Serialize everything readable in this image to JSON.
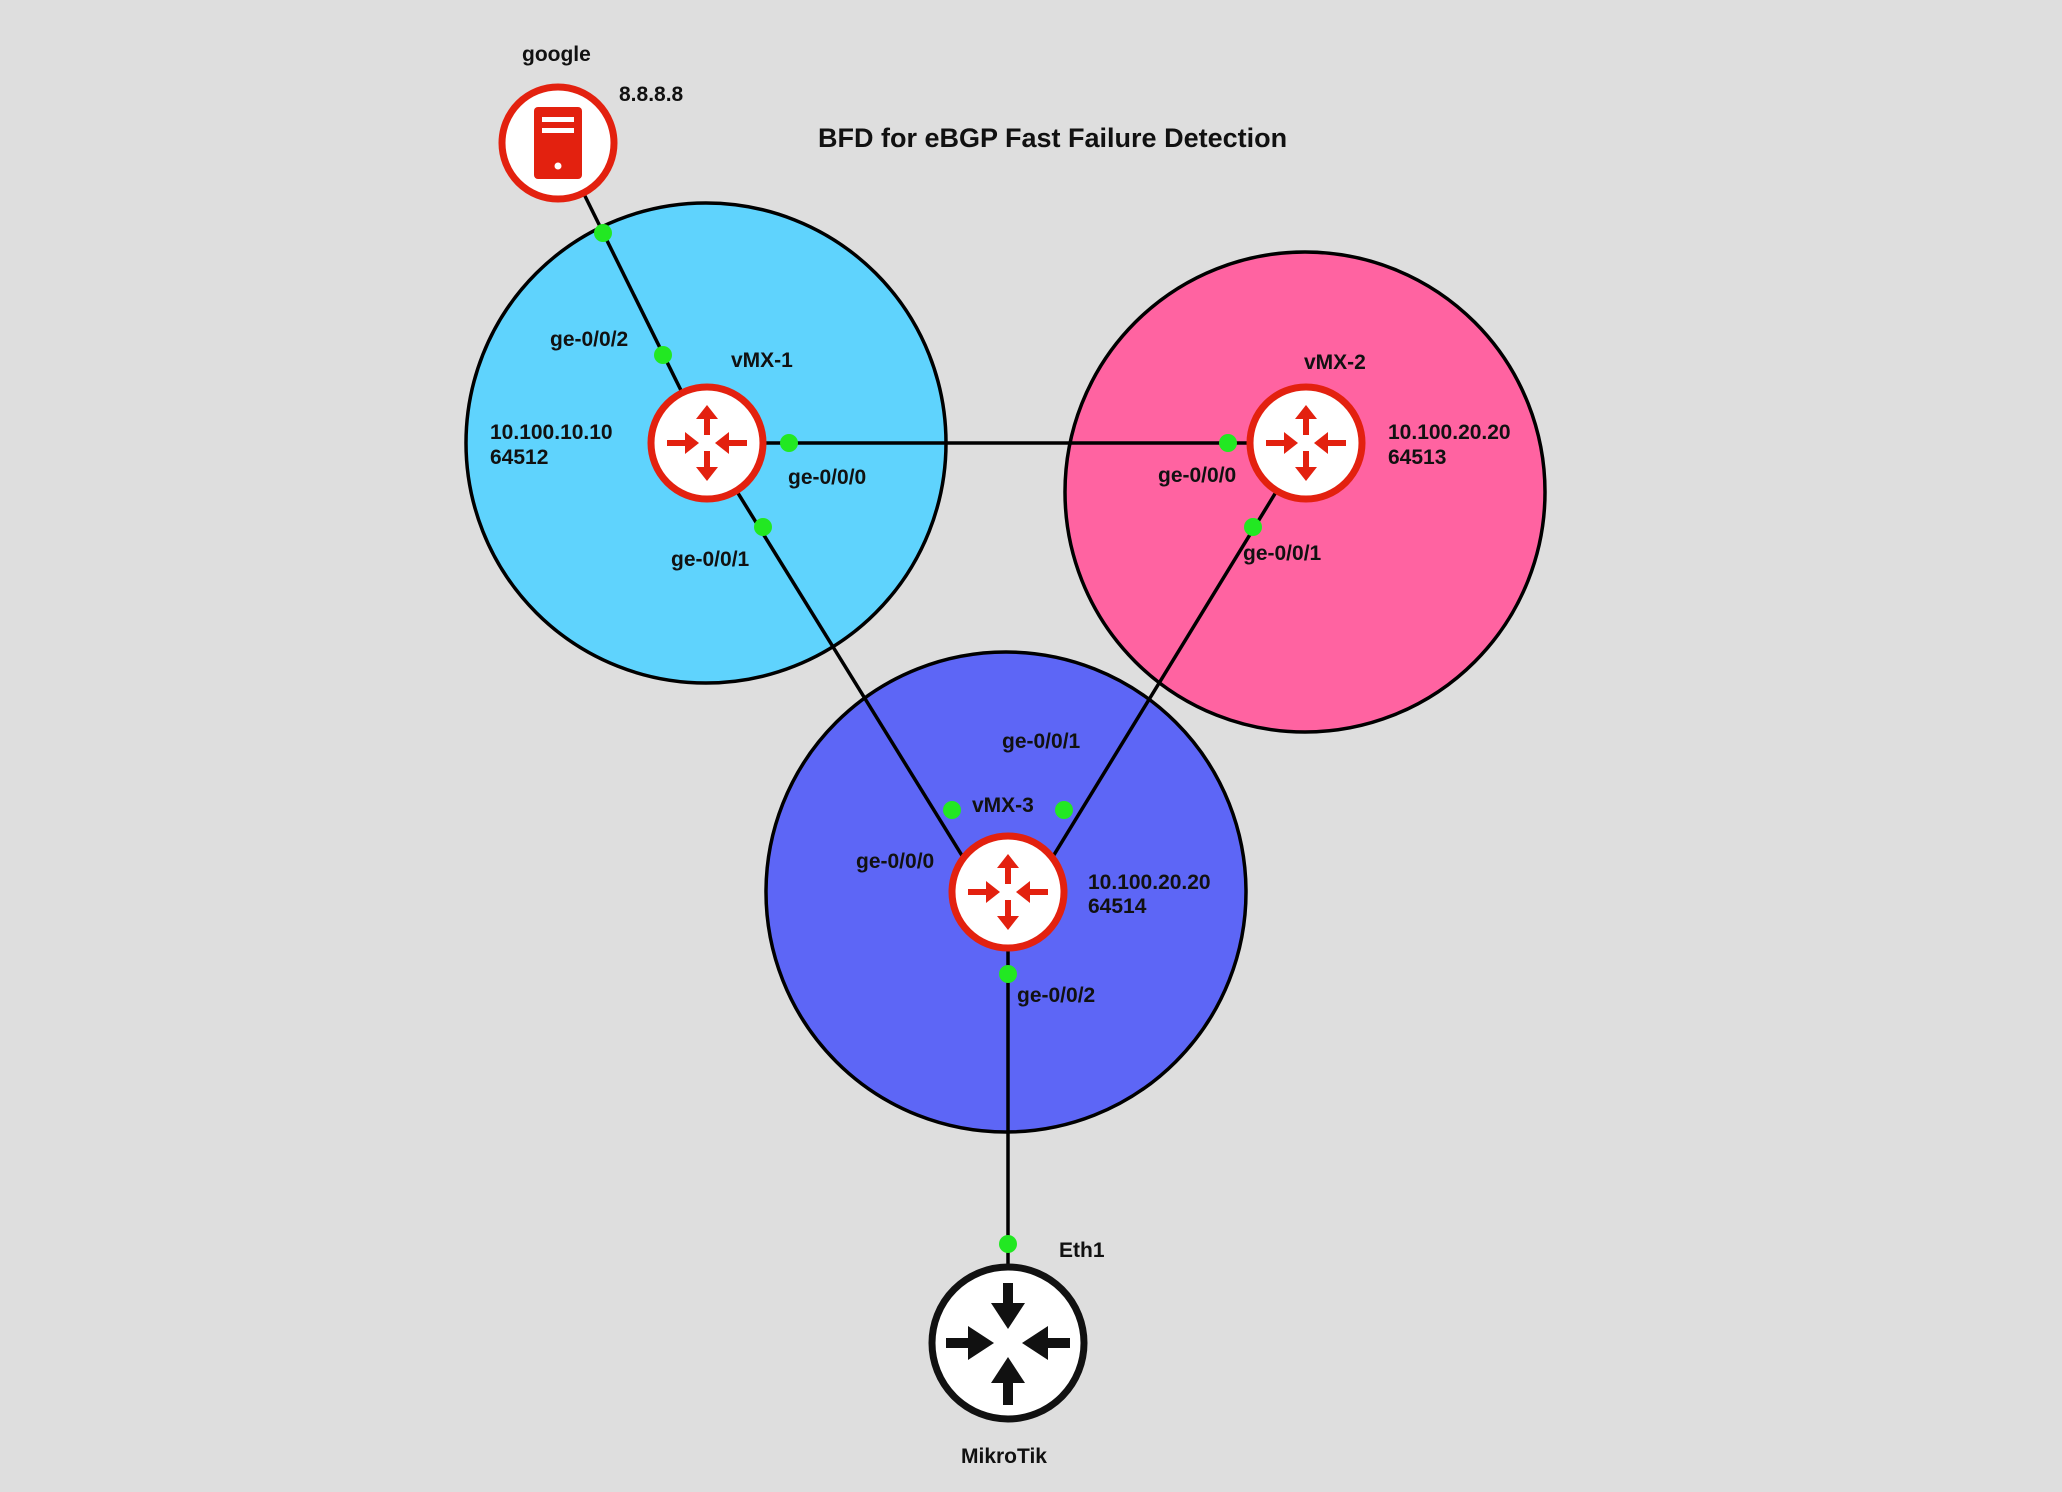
{
  "title": "BFD for eBGP Fast Failure Detection",
  "colors": {
    "background": "#dedede",
    "zone_vmx1": "#5fd3fd",
    "zone_vmx2": "#ff63a1",
    "zone_vmx3": "#5d66f6",
    "router_red": "#e3210f",
    "port_dot": "#22e822",
    "link": "#000000"
  },
  "nodes": {
    "google": {
      "name": "google",
      "ip": "8.8.8.8",
      "icon": "server-icon"
    },
    "vmx1": {
      "name": "vMX-1",
      "ip": "10.100.10.10",
      "asn": "64512",
      "icon": "router-icon"
    },
    "vmx2": {
      "name": "vMX-2",
      "ip": "10.100.20.20",
      "asn": "64513",
      "icon": "router-icon"
    },
    "vmx3": {
      "name": "vMX-3",
      "ip": "10.100.20.20",
      "asn": "64514",
      "icon": "router-icon"
    },
    "mikrotik": {
      "name": "MikroTik",
      "icon": "router-icon"
    }
  },
  "ports": {
    "vmx1_ge002": "ge-0/0/2",
    "vmx1_ge000": "ge-0/0/0",
    "vmx1_ge001": "ge-0/0/1",
    "vmx2_ge000": "ge-0/0/0",
    "vmx2_ge001": "ge-0/0/1",
    "vmx3_ge001": "ge-0/0/1",
    "vmx3_ge000": "ge-0/0/0",
    "vmx3_ge002": "ge-0/0/2",
    "mikrotik_eth1": "Eth1"
  }
}
